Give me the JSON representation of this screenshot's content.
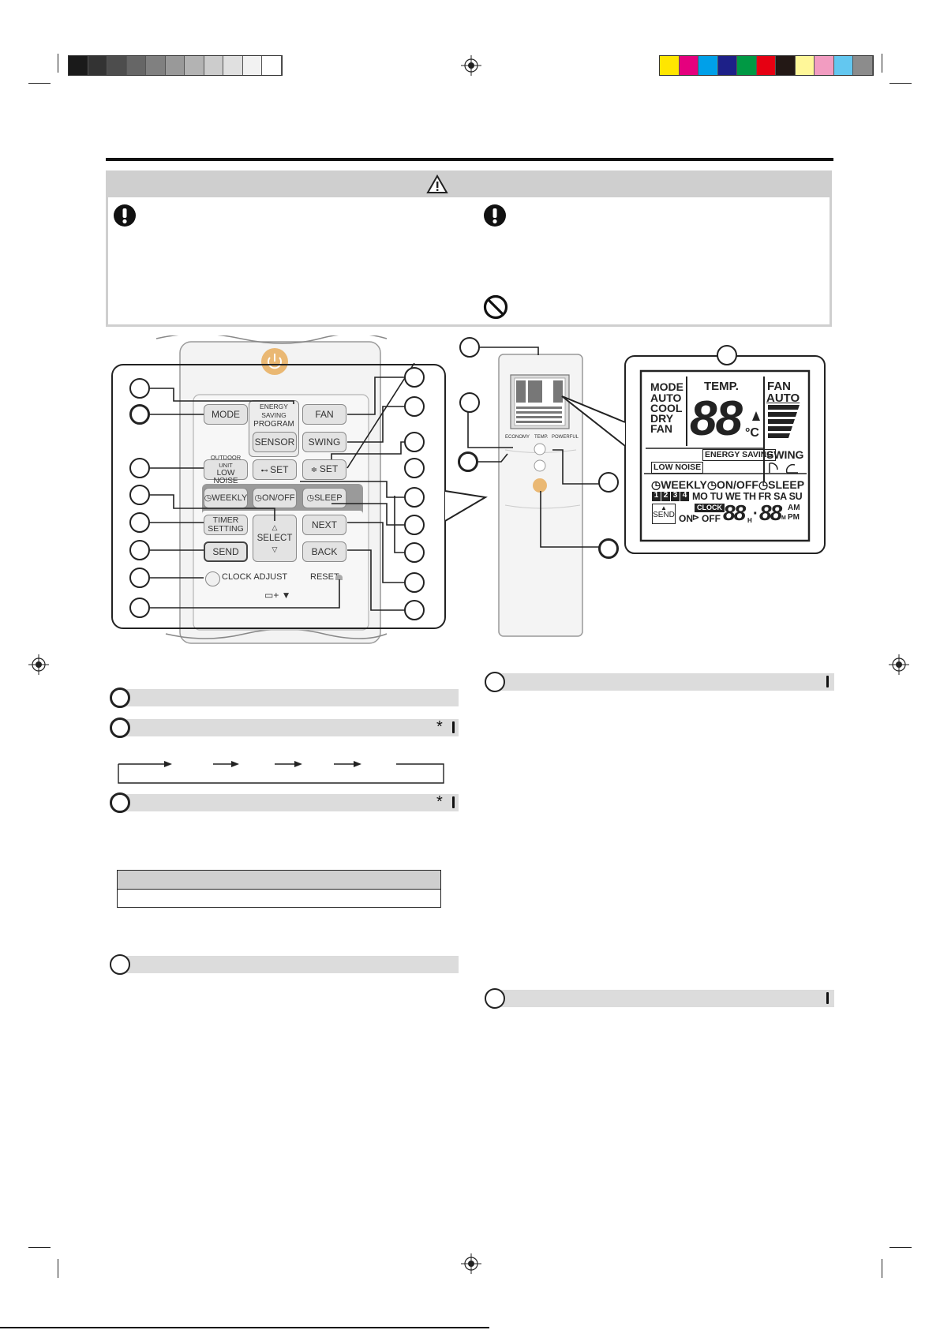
{
  "print_marks": {
    "grayscale": [
      "#1a1a1a",
      "#333333",
      "#4d4d4d",
      "#666666",
      "#808080",
      "#999999",
      "#b3b3b3",
      "#cccccc",
      "#e0e0e0",
      "#f2f2f2",
      "#ffffff"
    ],
    "colors": [
      "#ffe600",
      "#e5007e",
      "#00a0e9",
      "#1d2088",
      "#009944",
      "#e60012",
      "#231815",
      "#fff799",
      "#f29cc1",
      "#63c7f0",
      "#8c8c8c"
    ]
  },
  "caution_icon": "warning-triangle-icon",
  "remote": {
    "buttons": {
      "mode": "MODE",
      "energy_saving_top": "ENERGY SAVING",
      "energy_saving_bottom": "PROGRAM",
      "fan": "FAN",
      "sensor": "SENSOR",
      "swing": "SWING",
      "outdoor_top": "OUTDOOR UNIT",
      "outdoor_bottom": "LOW NOISE",
      "set_left": "SET",
      "set_right": "SET",
      "weekly": "WEEKLY",
      "on_off": "ON/OFF",
      "sleep": "SLEEP",
      "timer_top": "TIMER",
      "timer_bottom": "SETTING",
      "select": "SELECT",
      "next": "NEXT",
      "send": "SEND",
      "back": "BACK",
      "clock_adjust": "CLOCK ADJUST",
      "reset": "RESET"
    },
    "front_labels": {
      "economy": "ECONOMY",
      "temp": "TEMP.",
      "powerful": "POWERFUL"
    }
  },
  "lcd": {
    "mode": "MODE",
    "auto": "AUTO",
    "cool": "COOL",
    "dry": "DRY",
    "fan_mode": "FAN",
    "temp": "TEMP.",
    "digits": "88",
    "unit": "°C",
    "fan": "FAN",
    "fan_auto": "AUTO",
    "energy_saving": "ENERGY SAVING",
    "swing": "SWING",
    "low_noise": "LOW NOISE",
    "weekly": "WEEKLY",
    "on_off": "ON/OFF",
    "sleep": "SLEEP",
    "programs": [
      "1",
      "2",
      "3",
      "4"
    ],
    "days": "MO TU WE TH FR SA SU",
    "send": "SEND",
    "clock": "CLOCK",
    "on": "ON",
    "off": "OFF",
    "hours": "88",
    "h": "H",
    "minutes": "88",
    "am": "AM",
    "m": "M",
    "pm": "PM"
  },
  "sections": {
    "asterisk": "*"
  }
}
